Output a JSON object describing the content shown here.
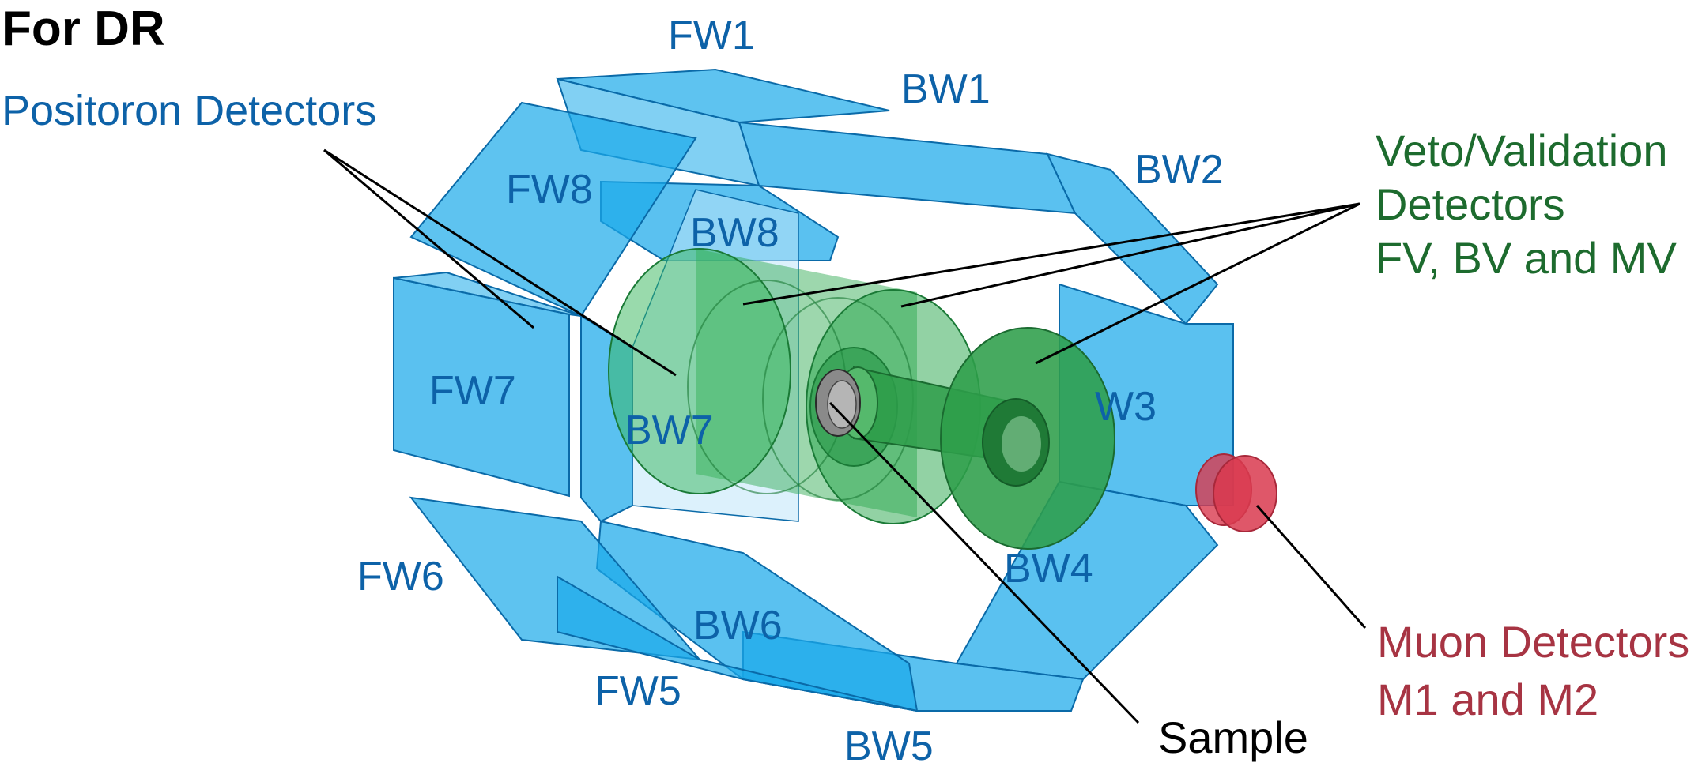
{
  "title": "For DR",
  "groups": {
    "positron": {
      "label": "Positoron Detectors",
      "color": "#0d62a8"
    },
    "veto": {
      "line1": "Veto/Validation",
      "line2": "Detectors",
      "line3": "FV, BV and MV",
      "color": "#1d6b2e"
    },
    "muon": {
      "line1": "Muon Detectors",
      "line2": "M1 and M2",
      "color": "#a73443"
    },
    "sample": {
      "label": "Sample"
    }
  },
  "detectors": {
    "fw1": "FW1",
    "fw5": "FW5",
    "fw6": "FW6",
    "fw7": "FW7",
    "fw8": "FW8",
    "bw1": "BW1",
    "bw2": "BW2",
    "bw3": "W3",
    "bw4": "BW4",
    "bw5": "BW5",
    "bw6": "BW6",
    "bw7": "BW7",
    "bw8": "BW8"
  },
  "colors": {
    "scintillator_fill": "#1aa9ea",
    "scintillator_edge": "#0a6aa8",
    "veto_fill": "#26a64a",
    "muon_fill": "#d9394f",
    "sample_fill": "#8a8a8a"
  }
}
